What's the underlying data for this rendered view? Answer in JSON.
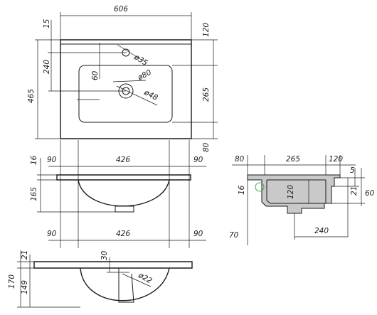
{
  "plan": {
    "width": "606",
    "depth": "465",
    "back_margin": "120",
    "bowl_depth": "265",
    "front_margin": "80",
    "tap_offset": "15",
    "tap_drain_distance": "240",
    "drain_from_back_of_bowl": "60",
    "tap_hole_diameter": "ø35",
    "drain_diameter": "ø80",
    "drain_inner_diameter": "ø48"
  },
  "front_view": {
    "slab_thickness": "16",
    "bowl_height": "165",
    "left_margin": "90",
    "bowl_width": "426",
    "right_margin": "90",
    "bottom_left": "90",
    "bottom_width": "426",
    "bottom_right": "90"
  },
  "side_view": {
    "front_margin": "80",
    "bowl_depth": "265",
    "back_margin": "120",
    "slab_thickness": "16",
    "top_lip": "5",
    "depth_120": "120",
    "drain_offset": "240",
    "rear_step": "21",
    "rear_height": "60",
    "bottom_note": "70"
  },
  "section_view": {
    "total_height": "170",
    "top_thickness": "21",
    "lower_height": "149",
    "drain_offset": "30",
    "outlet_diameter": "ø22"
  },
  "colors": {
    "line": "#1a1a1a",
    "hatch": "#c9c9c9",
    "mark": "#3cb34a"
  }
}
